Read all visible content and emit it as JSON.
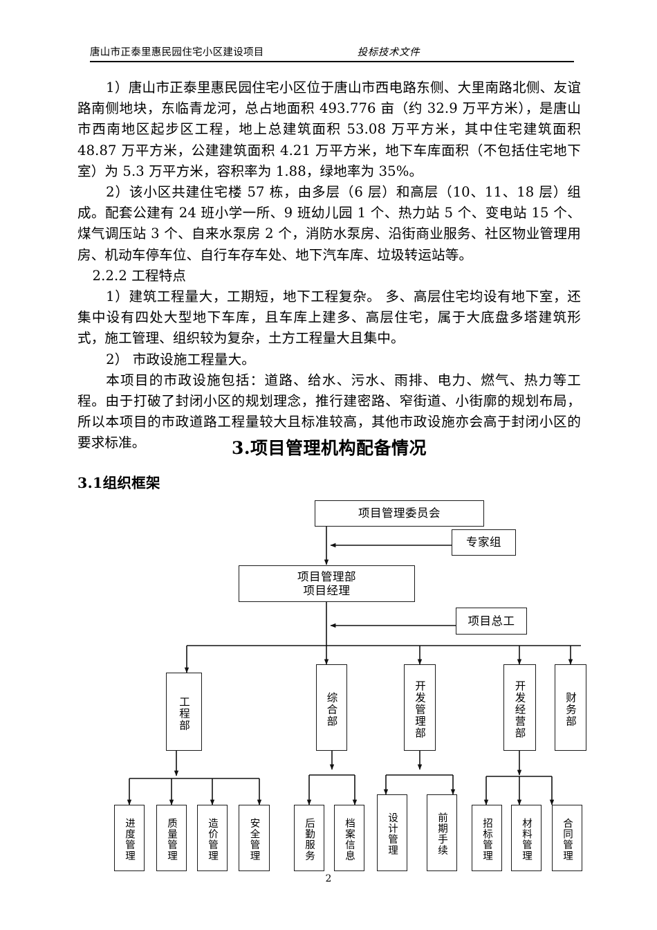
{
  "header": {
    "left": "唐山市正泰里惠民园住宅小区建设项目",
    "right": "投标技术文件"
  },
  "body": {
    "p1": "1）唐山市正泰里惠民园住宅小区位于唐山市西电路东侧、大里南路北侧、友谊路南侧地块，东临青龙河，总占地面积 493.776 亩（约 32.9 万平方米），是唐山市西南地区起步区工程，地上总建筑面积 53.08 万平方米，其中住宅建筑面积 48.87 万平方米，公建建筑面积 4.21 万平方米，地下车库面积（不包括住宅地下室）为 5.3 万平方米，容积率为 1.88，绿地率为 35%。",
    "p2": "2）该小区共建住宅楼 57 栋，由多层（6 层）和高层（10、11、18 层）组成。配套公建有 24 班小学一所、9 班幼儿园 1 个、热力站 5 个、变电站 15 个、煤气调压站 3 个、自来水泵房 2 个，消防水泵房、沿街商业服务、社区物业管理用房、机动车停车位、自行车存车处、地下汽车库、垃圾转运站等。",
    "p3": "2.2.2 工程特点",
    "p4": "1）建筑工程量大，工期短，地下工程复杂。 多、高层住宅均设有地下室，还集中设有四处大型地下车库，且车库上建多、高层住宅，属于大底盘多塔建筑形式，施工管理、组织较为复杂，土方工程量大且集中。",
    "p5": "2） 市政设施工程量大。",
    "p6": "本项目的市政设施包括：道路、给水、污水、雨排、电力、燃气、热力等工程。由于打破了封闭小区的规划理念，推行建密路、窄街道、小街廓的规划布局，所以本项目的市政道路工程量较大且标准较高，其他市政设施亦会高于封闭小区的要求标准。"
  },
  "headings": {
    "main": "3.项目管理机构配备情况",
    "sub": "3.1组织框架"
  },
  "org_chart": {
    "committee": "项目管理委员会",
    "expert_group": "专家组",
    "management_dept": "项目管理部\n项目经理",
    "management_dept_line1": "项目管理部",
    "management_dept_line2": "项目经理",
    "chief_engineer": "项目总工",
    "departments": [
      {
        "label": "工程部"
      },
      {
        "label": "综合部"
      },
      {
        "label": "开发管理部"
      },
      {
        "label": "开发经营部"
      },
      {
        "label": "财务部"
      }
    ],
    "units": [
      {
        "label": "进度管理"
      },
      {
        "label": "质量管理"
      },
      {
        "label": "造价管理"
      },
      {
        "label": "安全管理"
      },
      {
        "label": "后勤服务"
      },
      {
        "label": "档案信息"
      },
      {
        "label": "设计管理"
      },
      {
        "label": "前期手续"
      },
      {
        "label": "招标管理"
      },
      {
        "label": "材料管理"
      },
      {
        "label": "合同管理"
      }
    ]
  },
  "footer": {
    "page_number": "2"
  }
}
